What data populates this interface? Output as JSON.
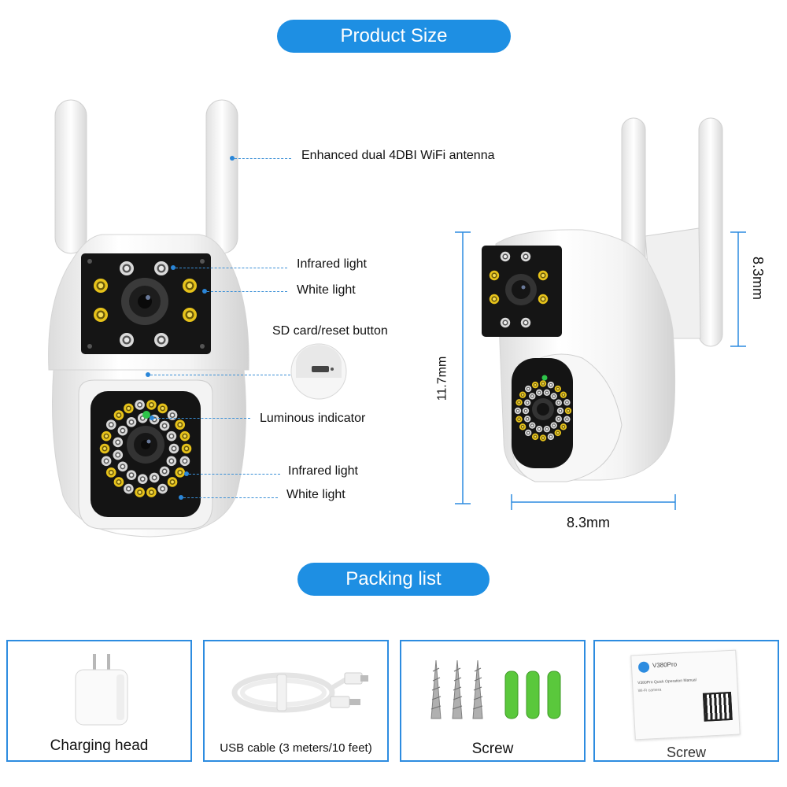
{
  "headings": {
    "product_size": "Product Size",
    "packing_list": "Packing list"
  },
  "callouts": {
    "antenna": "Enhanced dual 4DBI WiFi antenna",
    "top_infrared": "Infrared light",
    "top_white": "White light",
    "sd_card": "SD card/reset button",
    "indicator": "Luminous indicator",
    "bottom_infrared": "Infrared light",
    "bottom_white": "White light"
  },
  "dimensions": {
    "height": "11.7mm",
    "top_height": "8.3mm",
    "width": "8.3mm"
  },
  "packing": [
    {
      "label": "Charging head",
      "icon": "charger-icon"
    },
    {
      "label": "USB cable (3 meters/10 feet)",
      "icon": "usb-cable-icon"
    },
    {
      "label": "Screw",
      "icon": "screw-icon"
    },
    {
      "label": "Screw",
      "icon": "manual-icon"
    }
  ],
  "manual": {
    "brand": "V380Pro",
    "title": "V380Pro Quick Operation Manual",
    "subtitle": "Wi-Fi camera"
  },
  "colors": {
    "accent": "#1e8fe3",
    "box_border": "#2d8ce0",
    "white_led": "#e6c21a",
    "ir_led": "#c8c8c8",
    "indicator": "#2ec44a"
  }
}
